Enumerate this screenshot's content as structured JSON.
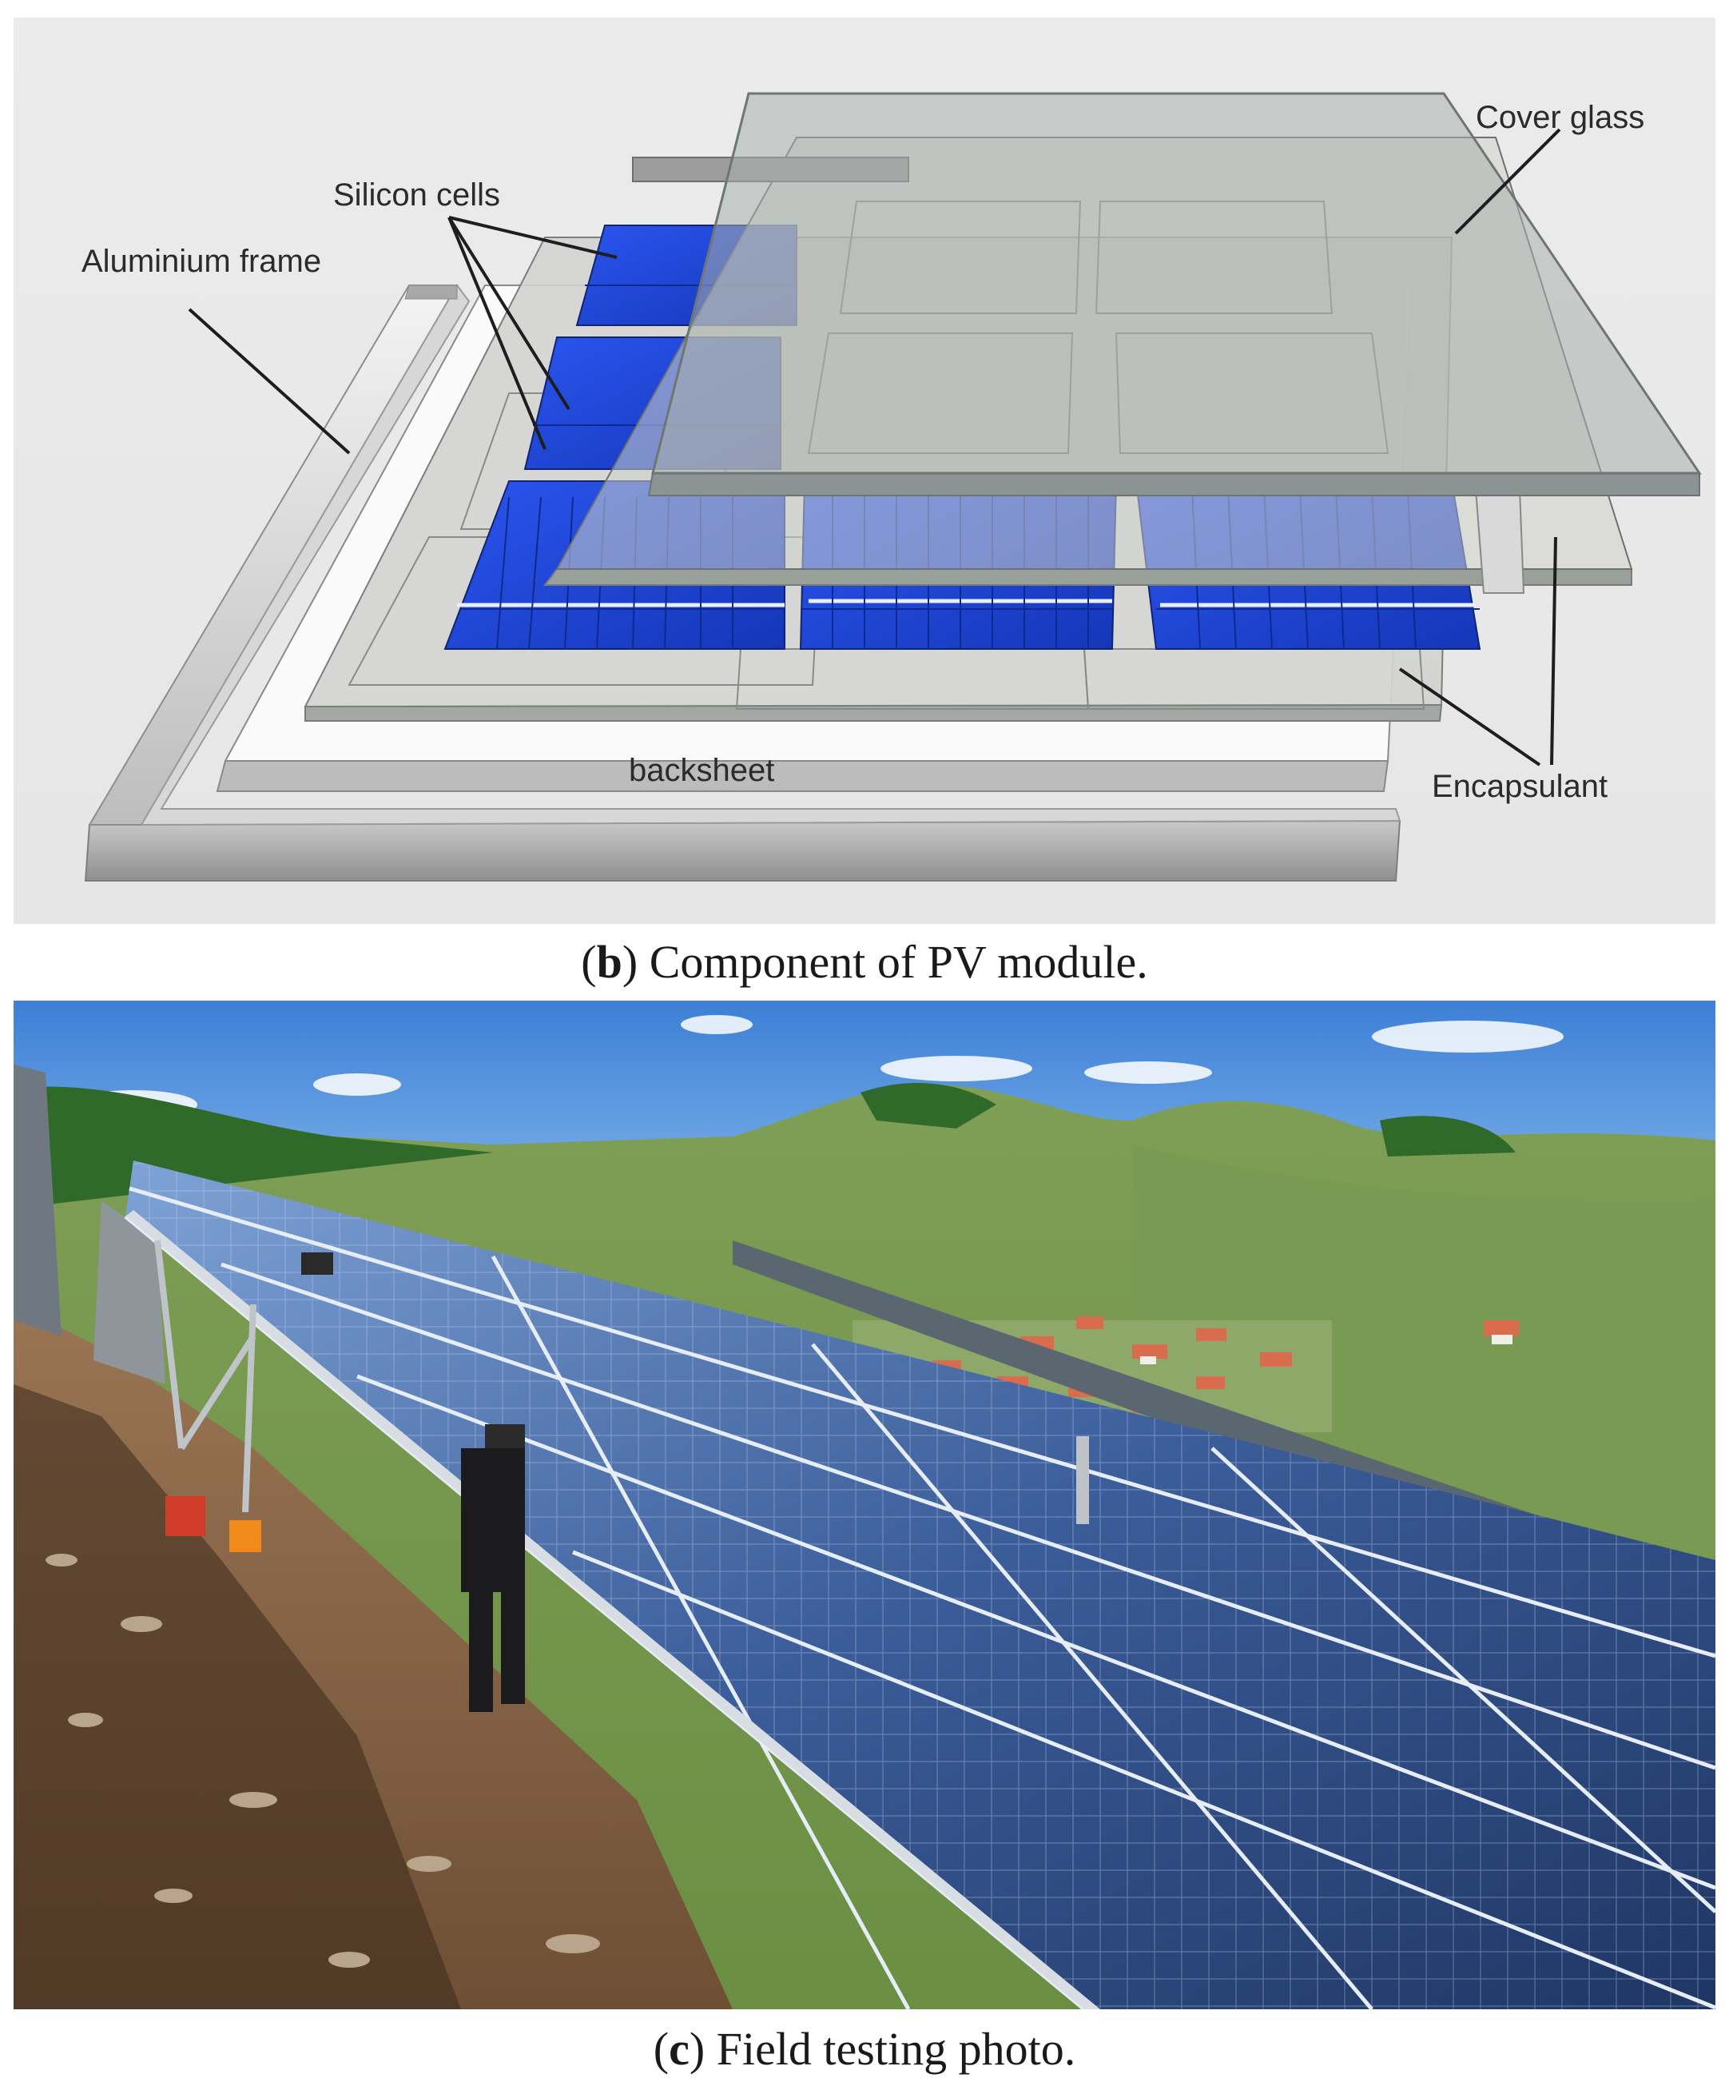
{
  "figure_b": {
    "labels": {
      "cover_glass": "Cover glass",
      "silicon_cells": "Silicon cells",
      "aluminium_frame": "Aluminium frame",
      "backsheet": "backsheet",
      "encapsulant": "Encapsulant"
    },
    "caption": {
      "letter": "b",
      "text": "Component of PV module."
    }
  },
  "figure_c": {
    "caption": {
      "letter": "c",
      "text": "Field testing photo."
    }
  },
  "colors": {
    "cell_blue": "#1f46d9",
    "cell_blue_dark": "#1634a8",
    "frame_silver": "#c8c8c8",
    "glass": "#9aa3a3",
    "sky": "#4a86d4",
    "hill_green": "#5e8a3a",
    "soil": "#8a6a4a"
  }
}
